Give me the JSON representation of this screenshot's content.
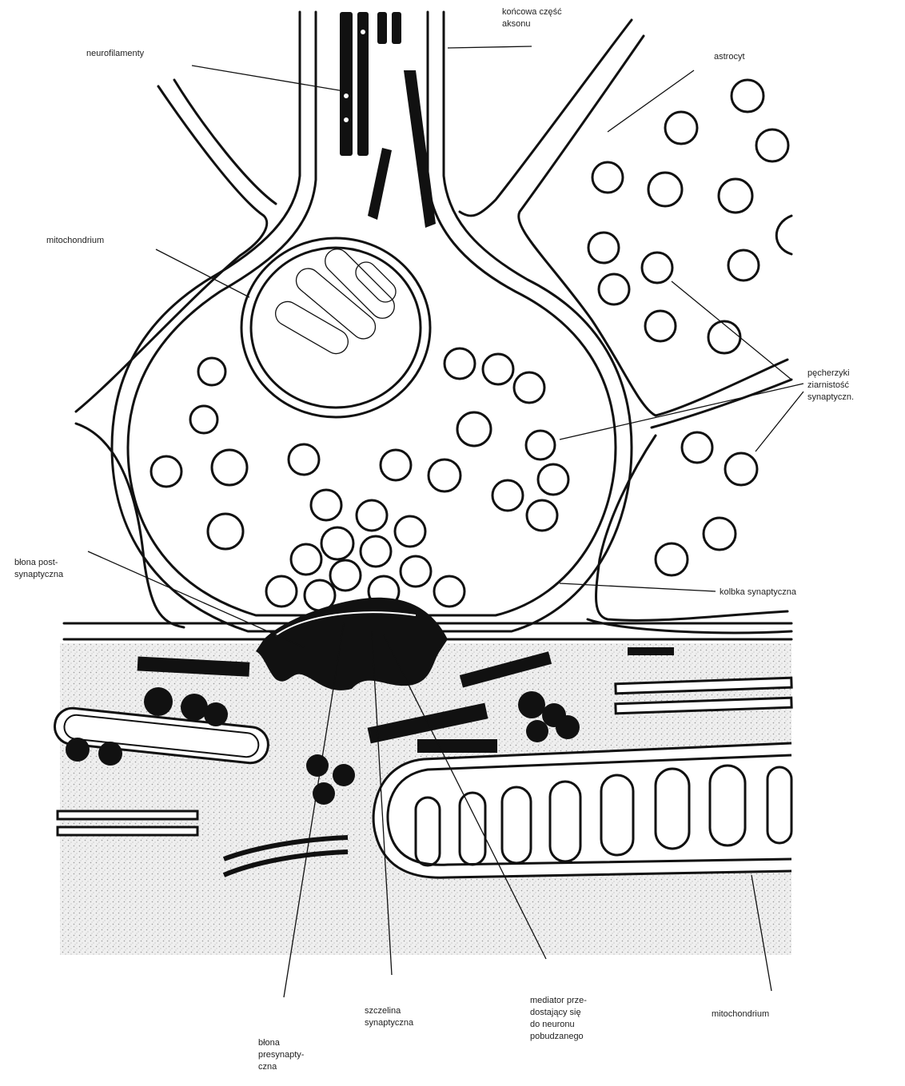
{
  "labels": {
    "axon_terminal": "końcowa część\naksonu",
    "neurofilaments": "neurofilamenty",
    "astrocyte": "astrocyt",
    "mitochondrium_top": "mitochondrium",
    "vesicles": "pęcherzyki\nziarnistość\nsynaptyczn.",
    "postsynaptic_membrane": "błona post-\nsynaptyczna",
    "synaptic_bulb": "kolbka synaptyczna",
    "presynaptic_membrane": "błona\npresynapty-\nczna",
    "synaptic_cleft": "szczelina\nsynaptyczna",
    "mediator": "mediator prze-\ndostający się\ndo neuronu\npobudzanego",
    "mitochondrium_bottom": "mitochondrium"
  }
}
